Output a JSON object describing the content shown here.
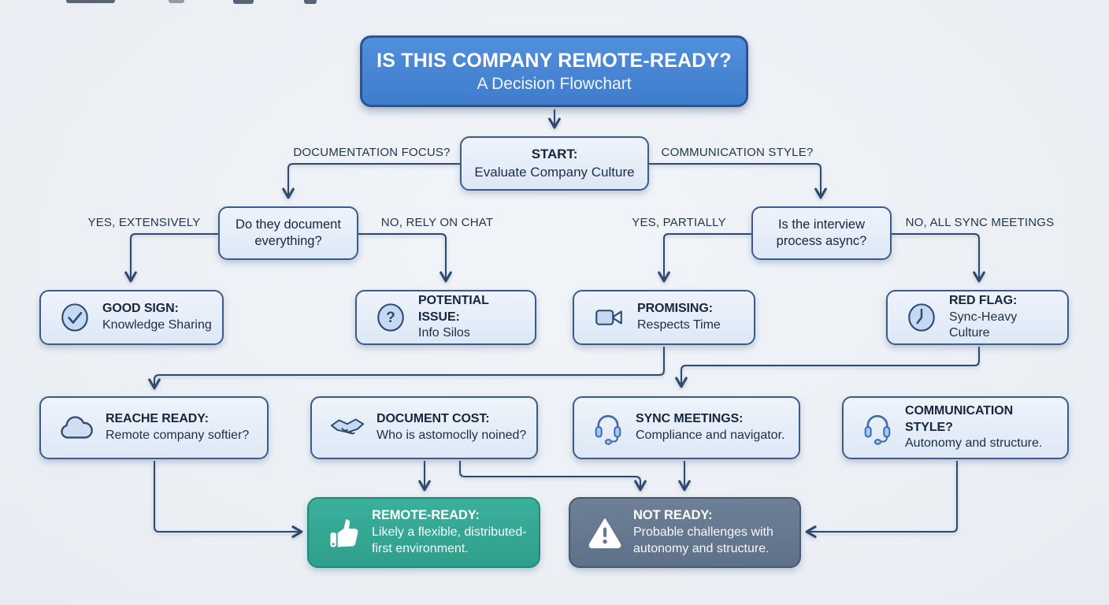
{
  "title": {
    "line1": "IS THIS COMPANY REMOTE-READY?",
    "line2": "A Decision Flowchart"
  },
  "nodes": {
    "start": {
      "title": "START:",
      "subtitle": "Evaluate Company Culture"
    },
    "doc_question": {
      "text": "Do they document everything?"
    },
    "interview_question": {
      "text": "Is the interview process async?"
    },
    "good_sign": {
      "icon": "check-circle-icon",
      "title": "GOOD SIGN:",
      "subtitle": "Knowledge Sharing"
    },
    "potential_issue": {
      "icon": "question-circle-icon",
      "title": "POTENTIAL ISSUE:",
      "subtitle": "Info Silos"
    },
    "promising": {
      "icon": "video-camera-icon",
      "title": "PROMISING:",
      "subtitle": "Respects Time"
    },
    "red_flag": {
      "icon": "clock-icon",
      "title": "RED FLAG:",
      "subtitle": "Sync-Heavy Culture"
    },
    "reache_ready": {
      "icon": "cloud-icon",
      "title": "REACHE READY:",
      "subtitle": "Remote company softier?"
    },
    "document_cost": {
      "icon": "handshake-icon",
      "title": "DOCUMENT COST:",
      "subtitle": "Who is astomoclly noined?"
    },
    "sync_meetings": {
      "icon": "headset-icon",
      "title": "SYNC MEETINGS:",
      "subtitle": "Compliance and navigator."
    },
    "communication_style": {
      "icon": "headset-icon",
      "title": "COMMUNICATION STYLE?",
      "subtitle": "Autonomy and structure."
    },
    "remote_ready": {
      "icon": "thumbs-up-icon",
      "title": "REMOTE-READY:",
      "subtitle": "Likely a flexible, distributed-first environment."
    },
    "not_ready": {
      "icon": "warning-triangle-icon",
      "title": "NOT READY:",
      "subtitle": "Probable challenges with autonomy and structure."
    }
  },
  "edge_labels": {
    "documentation_focus": "DOCUMENTATION FOCUS?",
    "communication_style": "COMMUNICATION STYLE?",
    "yes_extensively": "YES, EXTENSIVELY",
    "no_rely_on_chat": "NO, RELY ON CHAT",
    "yes_partially": "YES, PARTIALLY",
    "no_all_sync_meetings": "NO, ALL SYNC MEETINGS"
  },
  "colors": {
    "background": "#edf1f6",
    "node_fill": "#e4ecf8",
    "node_border": "#3b5b8c",
    "wire": "#2d4a6e",
    "title_fill": "#4786d5",
    "title_border": "#2b5391",
    "positive_fill": "#34a793",
    "negative_fill": "#66788f",
    "icon_fill": "#c5d8f4",
    "icon_stroke": "#2e4a6e"
  }
}
